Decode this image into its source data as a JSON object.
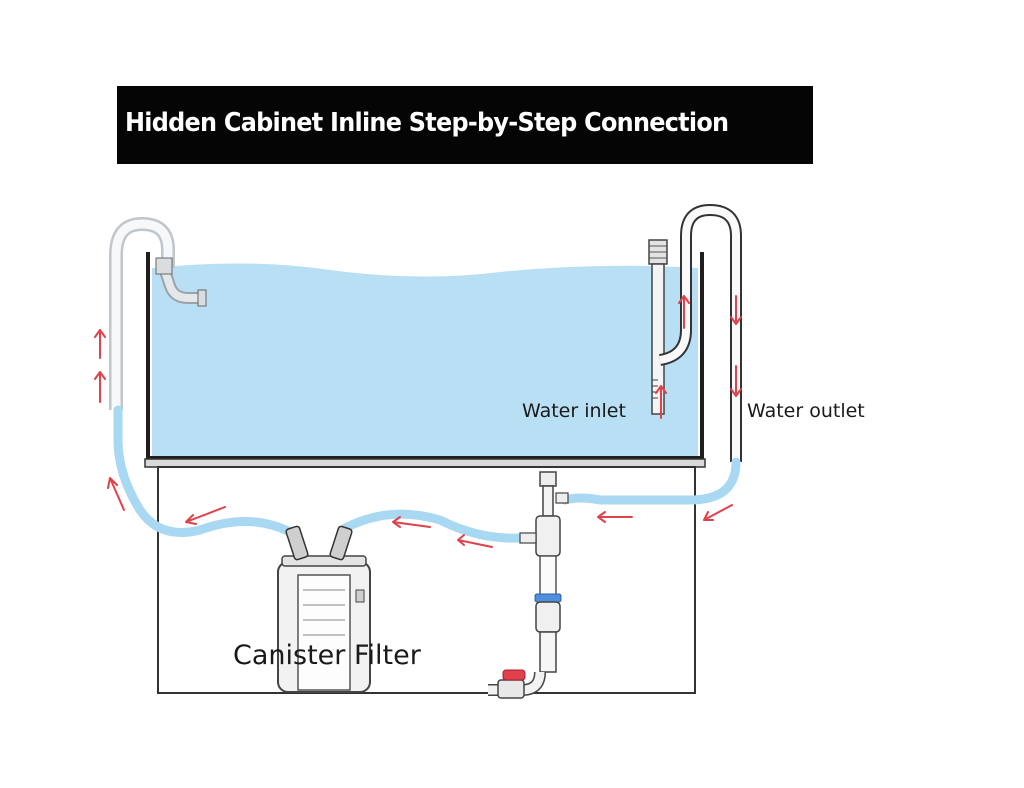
{
  "title": "Hidden Cabinet Inline Step-by-Step Connection",
  "labels": {
    "water_inlet": "Water inlet",
    "water_outlet": "Water outlet",
    "canister_filter": "Canister Filter"
  },
  "colors": {
    "water": "#b9dff5",
    "hose": "#a9d8f2",
    "arrow": "#e0414b",
    "frame": "#1e1e1e",
    "valve_handle": "#e0414b",
    "coupling_ring": "#4f8fe0"
  },
  "icons": [
    "pipe-elbow-icon",
    "intake-strainer-icon",
    "outflow-pipe-icon",
    "canister-filter-icon",
    "inline-device-icon",
    "ball-valve-icon",
    "flow-arrow-icon"
  ]
}
